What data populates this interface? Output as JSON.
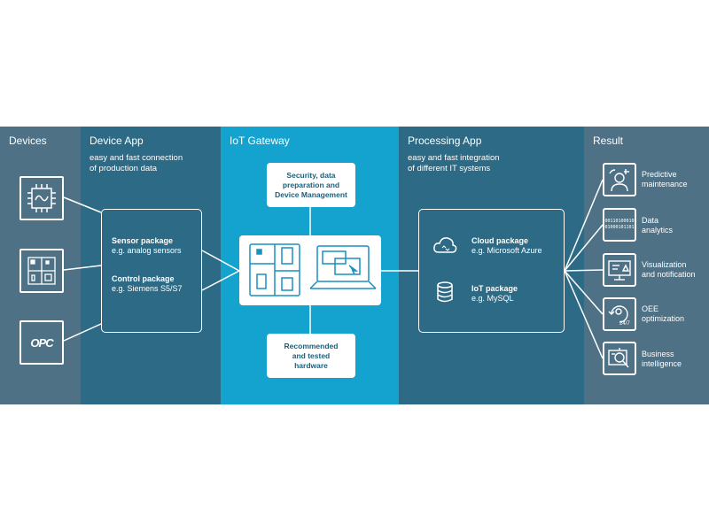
{
  "columns": {
    "devices": {
      "title": "Devices"
    },
    "device_app": {
      "title": "Device App",
      "subtitle_line1": "easy and fast connection",
      "subtitle_line2": "of production data"
    },
    "gateway": {
      "title": "IoT Gateway"
    },
    "processing": {
      "title": "Processing App",
      "subtitle_line1": "easy and fast integration",
      "subtitle_line2": "of different IT systems"
    },
    "result": {
      "title": "Result"
    }
  },
  "devices": {
    "chip_icon": "chip-icon",
    "panel_icon": "control-panel-icon",
    "opc_label": "OPC"
  },
  "device_app": {
    "sensor": {
      "name": "Sensor package",
      "example": "e.g. analog sensors"
    },
    "control": {
      "name": "Control package",
      "example": "e.g. Siemens S5/S7"
    }
  },
  "gateway": {
    "top_line1": "Security, data",
    "top_line2": "preparation and",
    "top_line3": "Device Management",
    "bottom_line1": "Recommended",
    "bottom_line2": "and tested",
    "bottom_line3": "hardware"
  },
  "processing": {
    "cloud": {
      "name": "Cloud package",
      "example": "e.g. Microsoft Azure"
    },
    "iot": {
      "name": "IoT package",
      "example": "e.g. MySQL"
    }
  },
  "results": [
    {
      "line1": "Predictive",
      "line2": "maintenance",
      "icon": "worker-icon"
    },
    {
      "line1": "Data",
      "line2": "analytics",
      "icon": "binary-data-icon",
      "binary1": "00110100010",
      "binary2": "01000101101"
    },
    {
      "line1": "Visualization",
      "line2": "and notification",
      "icon": "monitor-icon"
    },
    {
      "line1": "OEE",
      "line2": "optimization",
      "icon": "clock-24-7-icon",
      "badge": "24/7"
    },
    {
      "line1": "Business",
      "line2": "intelligence",
      "icon": "bi-search-icon"
    }
  ],
  "colors": {
    "outer": "#4e7186",
    "inner": "#2c6a85",
    "gateway": "#14a2cf",
    "text_dark": "#1b5f7c"
  }
}
